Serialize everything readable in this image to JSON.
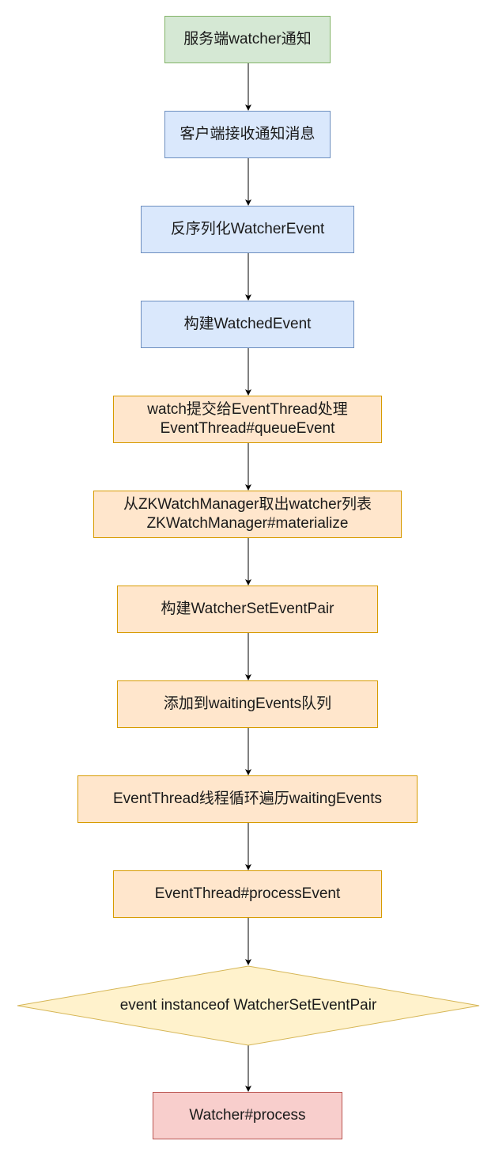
{
  "nodes": {
    "n1": {
      "lines": [
        "服务端watcher通知"
      ]
    },
    "n2": {
      "lines": [
        "客户端接收通知消息"
      ]
    },
    "n3": {
      "lines": [
        "反序列化WatcherEvent"
      ]
    },
    "n4": {
      "lines": [
        "构建WatchedEvent"
      ]
    },
    "n5": {
      "lines": [
        "watch提交给EventThread处理",
        "EventThread#queueEvent"
      ]
    },
    "n6": {
      "lines": [
        "从ZKWatchManager取出watcher列表",
        "ZKWatchManager#materialize"
      ]
    },
    "n7": {
      "lines": [
        "构建WatcherSetEventPair"
      ]
    },
    "n8": {
      "lines": [
        "添加到waitingEvents队列"
      ]
    },
    "n9": {
      "lines": [
        "EventThread线程循环遍历waitingEvents"
      ]
    },
    "n10": {
      "lines": [
        "EventThread#processEvent"
      ]
    },
    "n11": {
      "lines": [
        "event instanceof WatcherSetEventPair"
      ]
    },
    "n12": {
      "lines": [
        "Watcher#process"
      ]
    }
  },
  "colors": {
    "green_fill": "#d5e8d4",
    "green_stroke": "#82b366",
    "blue_fill": "#dae8fc",
    "blue_stroke": "#6c8ebf",
    "orange_fill": "#ffe6cc",
    "orange_stroke": "#d79b00",
    "yellow_fill": "#fff2cc",
    "yellow_stroke": "#d6b656",
    "red_fill": "#f8cecc",
    "red_stroke": "#b85450",
    "edge": "#000000"
  }
}
